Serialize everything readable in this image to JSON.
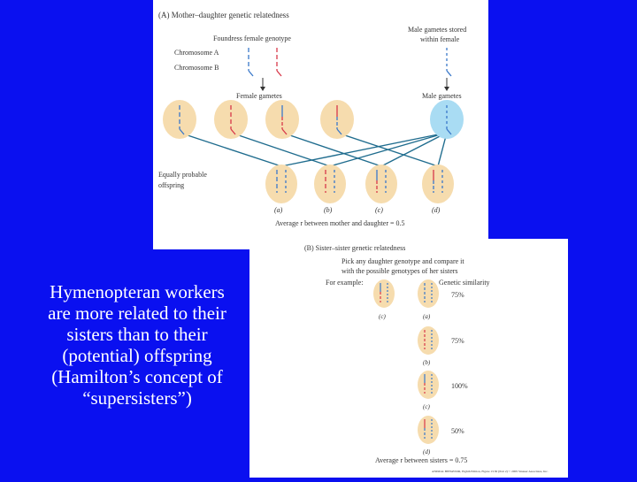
{
  "panel_a": {
    "title": "(A)  Mother–daughter genetic relatedness",
    "foundress_label": "Foundress female genotype",
    "chromosome_a": "Chromosome A",
    "chromosome_b": "Chromosome B",
    "male_stored_line1": "Male gametes stored",
    "male_stored_line2": "within female",
    "female_gametes": "Female gametes",
    "male_gametes": "Male gametes",
    "offspring_line1": "Equally probable",
    "offspring_line2": "offspring",
    "offspring_labels": [
      "(a)",
      "(b)",
      "(c)",
      "(d)"
    ],
    "average": "Average r between mother and daughter = 0.5"
  },
  "panel_b": {
    "title": "(B)  Sister–sister genetic relatedness",
    "instruction_line1": "Pick any daughter genotype and compare it",
    "instruction_line2": "with the possible genotypes of her sisters",
    "for_example": "For example:",
    "genetic_similarity": "Genetic similarity",
    "reference_label": "(c)",
    "comparisons": [
      {
        "label": "(a)",
        "similarity": "75%"
      },
      {
        "label": "(b)",
        "similarity": "75%"
      },
      {
        "label": "(c)",
        "similarity": "100%"
      },
      {
        "label": "(d)",
        "similarity": "50%"
      }
    ],
    "average": "Average r between sisters = 0.75",
    "credit": "ANIMAL BEHAVIOR, Eighth Edition, Figure 13.30 (Part 2)   © 2005 Sinauer Associates, Inc."
  },
  "caption": {
    "lines": [
      "Hymenopteran workers",
      "are more related to their",
      "sisters than to their",
      "(potential) offspring",
      "(Hamilton’s concept of",
      "“supersisters”)"
    ]
  },
  "colors": {
    "background": "#0a10f0",
    "panel": "#ffffff",
    "cell_fill": "#f6dcae",
    "male_cell_fill": "#a9dcf3",
    "chromosome_a": "#3a78c9",
    "chromosome_b": "#d8384a",
    "connector": "#1f6c8e"
  }
}
